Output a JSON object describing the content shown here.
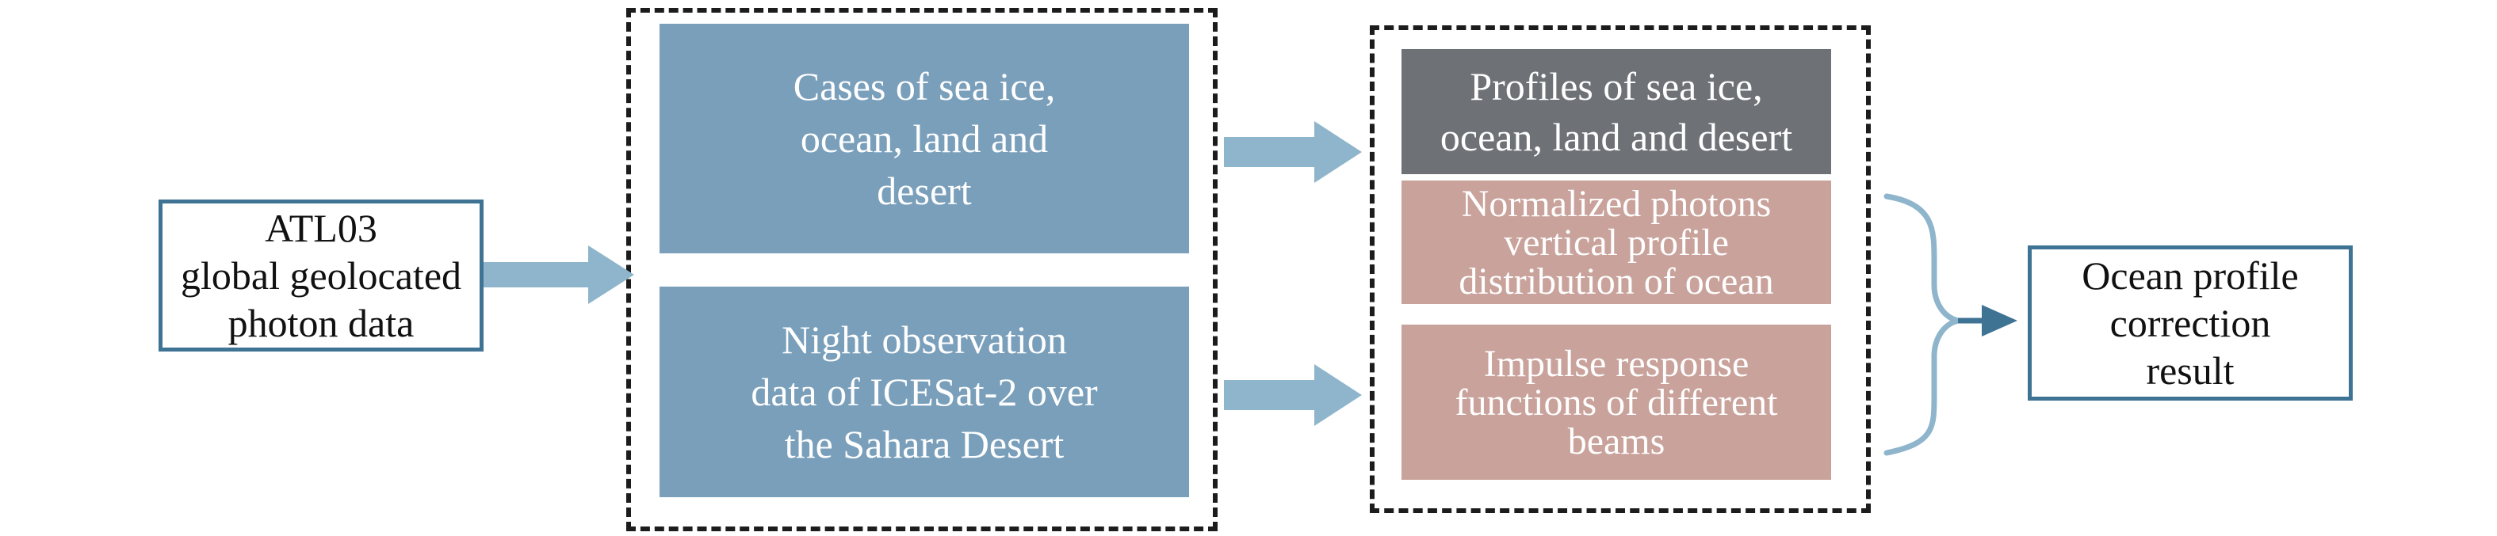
{
  "colors": {
    "input_border": "#3f7394",
    "group1_fill": "#7a9fbb",
    "profile_fill": "#6e7176",
    "derived_fill": "#c9a29b",
    "arrow_light": "#8fb5cc",
    "arrow_dark": "#3f7394",
    "dashed_frame": "#1c1c1c"
  },
  "nodes": {
    "input": {
      "lines": [
        "ATL03",
        "global geolocated",
        "photon data"
      ]
    },
    "cases": {
      "lines": [
        "Cases of sea ice,",
        "ocean, land and",
        "desert"
      ]
    },
    "night_obs": {
      "lines": [
        "Night observation",
        "data of ICESat-2 over",
        "the Sahara Desert"
      ]
    },
    "profiles": {
      "lines": [
        "Profiles of sea ice,",
        "ocean, land and desert"
      ]
    },
    "normalized": {
      "lines": [
        "Normalized photons",
        "vertical profile",
        "distribution of ocean"
      ]
    },
    "impulse": {
      "lines": [
        "Impulse response",
        "functions of different",
        "beams"
      ]
    },
    "result": {
      "lines": [
        "Ocean profile",
        "correction",
        "result"
      ]
    }
  },
  "edges": [
    {
      "from": "input",
      "to": "data-group"
    },
    {
      "from": "cases",
      "to": "profiles"
    },
    {
      "from": "night_obs",
      "to": "impulse"
    },
    {
      "from": "normalized+impulse",
      "to": "result"
    }
  ]
}
